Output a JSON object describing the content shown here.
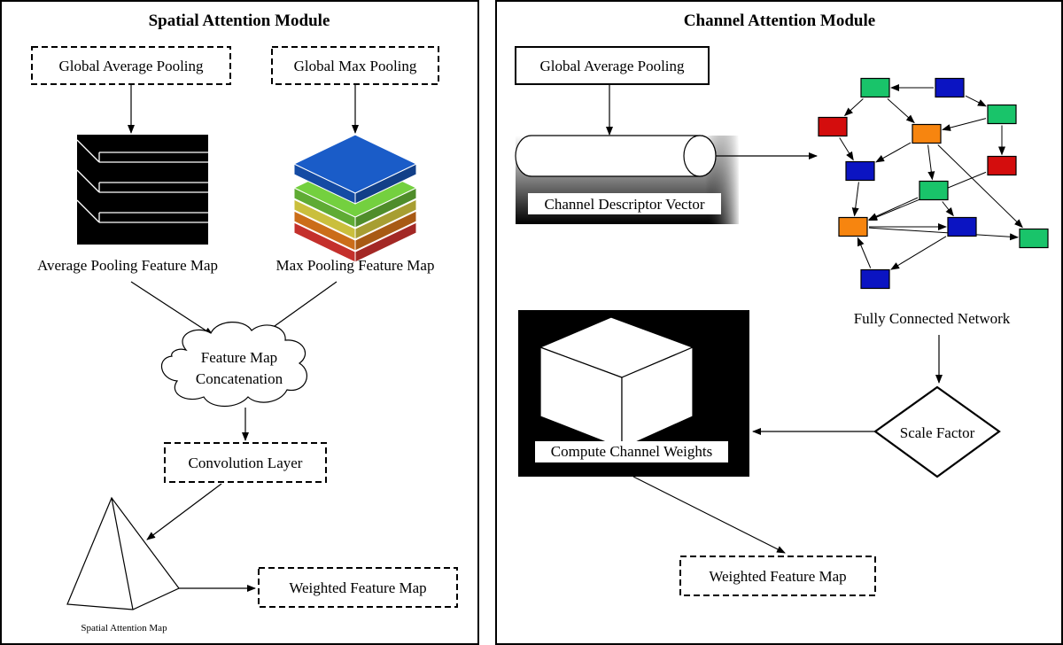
{
  "spatial": {
    "title": "Spatial Attention Module",
    "global_avg_pool": "Global Average Pooling",
    "global_max_pool": "Global Max Pooling",
    "avg_feature_map": "Average Pooling Feature Map",
    "max_feature_map": "Max Pooling Feature Map",
    "concat_line1": "Feature Map",
    "concat_line2": "Concatenation",
    "conv_layer": "Convolution Layer",
    "weighted_map": "Weighted Feature Map",
    "attention_map": "Spatial Attention Map",
    "stack_colors": [
      "#ef3b36",
      "#f7851e",
      "#f6e94a",
      "#74d03f",
      "#1a5cc8"
    ]
  },
  "channel": {
    "title": "Channel Attention Module",
    "global_avg_pool": "Global Average Pooling",
    "descriptor": "Channel Descriptor Vector",
    "fc_network": "Fully Connected Network",
    "scale_factor": "Scale Factor",
    "compute_weights": "Compute Channel Weights",
    "weighted_map": "Weighted Feature Map",
    "node_colors": {
      "green": "#19c46a",
      "blue": "#0b14c2",
      "red": "#d40d0d",
      "orange": "#f7850f"
    }
  }
}
